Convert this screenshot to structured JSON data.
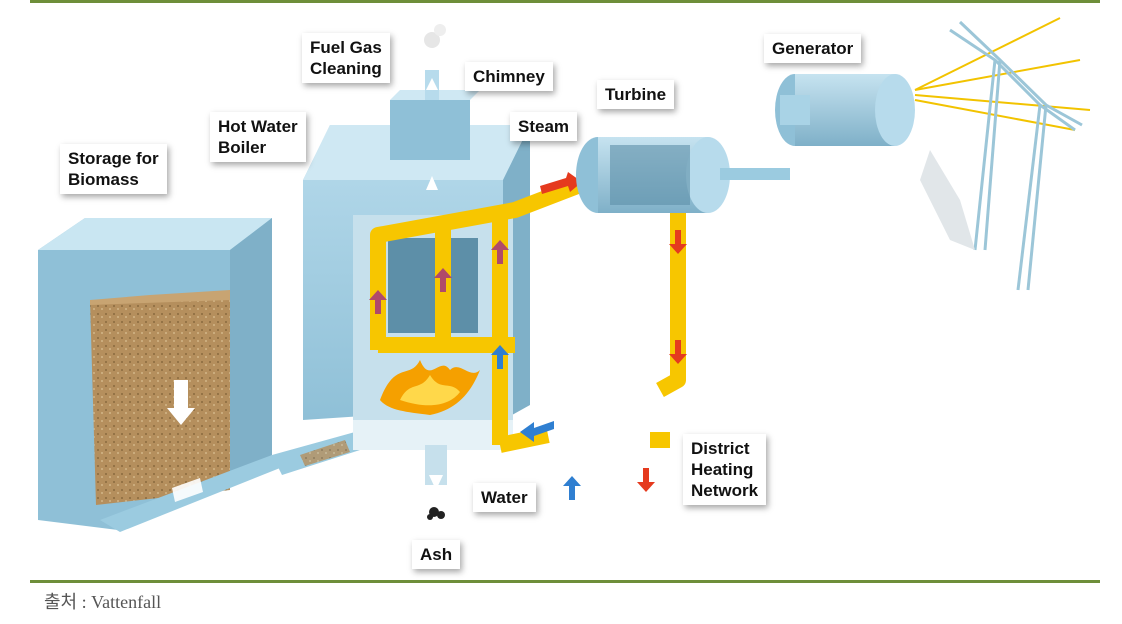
{
  "labels": {
    "storage": "Storage for\nBiomass",
    "boiler": "Hot Water\nBoiler",
    "fuel_gas": "Fuel Gas\nCleaning",
    "chimney": "Chimney",
    "steam": "Steam",
    "turbine": "Turbine",
    "generator": "Generator",
    "district": "District\nHeating\nNetwork",
    "water": "Water",
    "ash": "Ash"
  },
  "source": "출처 : Vattenfall",
  "colors": {
    "rule": "#6e8e3a",
    "box": "#a9d3e6",
    "box_dark": "#7fb4cc",
    "pipe": "#f7c600",
    "hot_arrow": "#e53a1e",
    "cold_arrow": "#2f7fd1",
    "biomass": "#b89462"
  }
}
